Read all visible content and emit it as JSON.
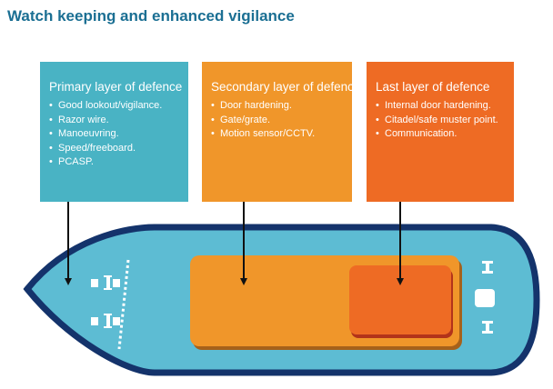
{
  "title": "Watch keeping and enhanced vigilance",
  "layers": [
    {
      "heading": "Primary layer of defence",
      "items": [
        "Good lookout/vigilance.",
        "Razor wire.",
        "Manoeuvring.",
        "Speed/freeboard.",
        "PCASP."
      ],
      "color": "#49b3c4"
    },
    {
      "heading": "Secondary layer of defence",
      "items": [
        "Door hardening.",
        "Gate/grate.",
        "Motion sensor/CCTV."
      ],
      "color": "#f0962a"
    },
    {
      "heading": "Last layer of defence",
      "items": [
        "Internal door hardening.",
        "Citadel/safe muster point.",
        "Communication."
      ],
      "color": "#ee6b24"
    }
  ],
  "colors": {
    "title": "#1b6f93",
    "hull_outline": "#14336b",
    "hull_fill": "#5dbcd3",
    "deck_area": "#f0962a",
    "citadel": "#ee6b24"
  }
}
